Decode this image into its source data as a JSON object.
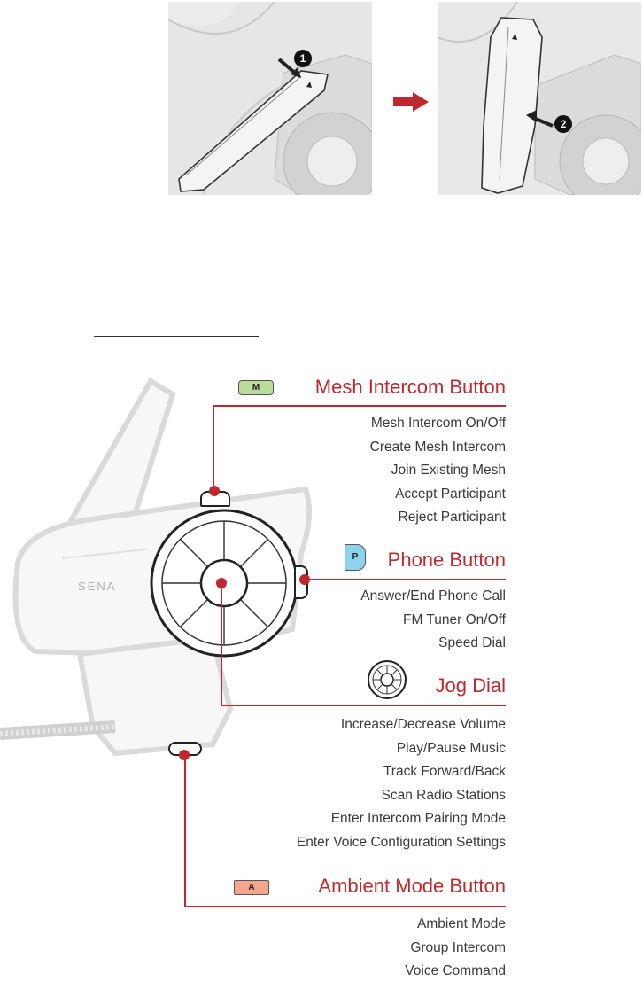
{
  "install_steps": {
    "step1_number": "1",
    "step2_number": "2",
    "arrow_icon": "right-arrow-icon",
    "arrow_color": "#c0282d"
  },
  "device": {
    "brand_label": "SENA"
  },
  "buttons": {
    "mesh": {
      "badge": "M",
      "badge_color": "#b9dc9b",
      "title": "Mesh Intercom Button",
      "functions": [
        "Mesh Intercom On/Off",
        "Create Mesh Intercom",
        "Join Existing Mesh",
        "Accept Participant",
        "Reject Participant"
      ]
    },
    "phone": {
      "badge": "P",
      "badge_color": "#8ed3ee",
      "title": "Phone Button",
      "functions": [
        "Answer/End Phone Call",
        "FM Tuner On/Off",
        "Speed Dial"
      ]
    },
    "jog": {
      "icon": "jog-dial-icon",
      "title": "Jog Dial",
      "functions": [
        "Increase/Decrease Volume",
        "Play/Pause Music",
        "Track Forward/Back",
        "Scan Radio Stations",
        "Enter Intercom Pairing Mode",
        "Enter Voice Configuration Settings"
      ]
    },
    "ambient": {
      "badge": "A",
      "badge_color": "#f4a58d",
      "title": "Ambient Mode Button",
      "functions": [
        "Ambient Mode",
        "Group Intercom",
        "Voice Command"
      ]
    }
  },
  "accent_color": "#c0282d"
}
